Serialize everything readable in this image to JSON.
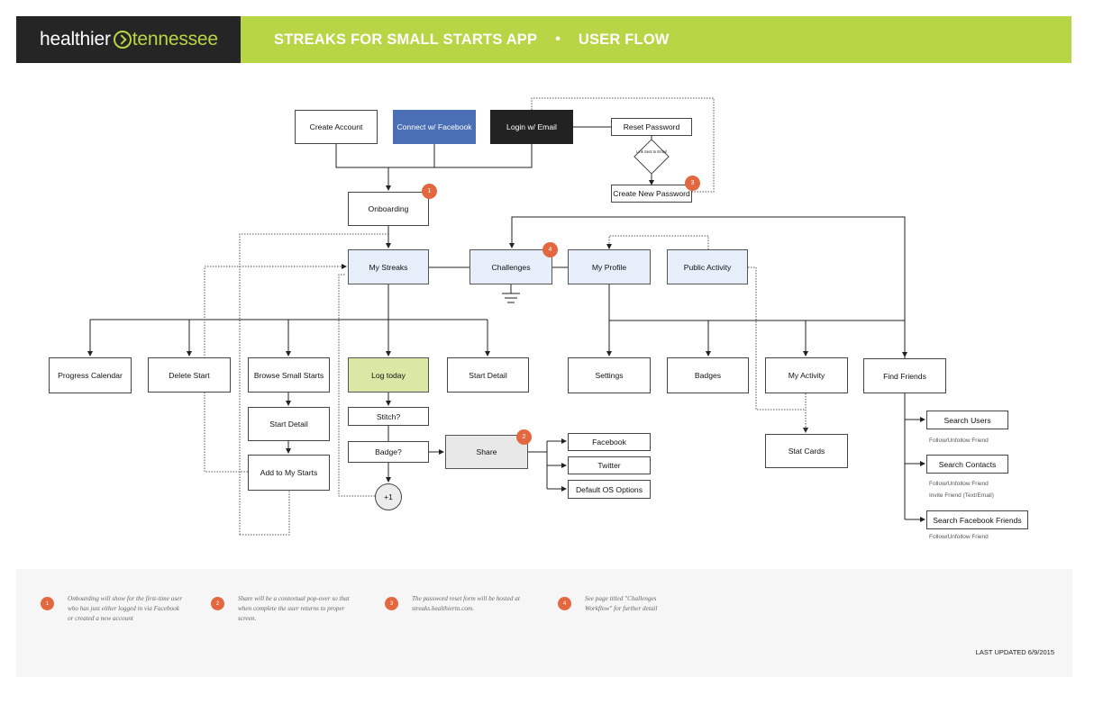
{
  "header": {
    "logo_word1": "healthier",
    "logo_word2": "tennessee",
    "title": "STREAKS FOR SMALL STARTS APP",
    "separator": "•",
    "subtitle": "USER FLOW"
  },
  "colors": {
    "brand_green": "#b8d545",
    "header_dark": "#252525",
    "facebook_blue": "#4b6fb5",
    "nav_blue": "#e5eef9",
    "log_green": "#d9e8a5",
    "badge_orange": "#e3683f"
  },
  "nodes": {
    "create_account": "Create Account",
    "connect_facebook": "Connect w/ Facebook",
    "login_email": "Login w/ Email",
    "reset_password": "Reset Password",
    "link_sent": "Link Sent to Email",
    "create_new_password": "Create New Password",
    "onboarding": "Onboarding",
    "my_streaks": "My Streaks",
    "challenges": "Challenges",
    "my_profile": "My Profile",
    "public_activity": "Public Activity",
    "progress_calendar": "Progress Calendar",
    "delete_start": "Delete Start",
    "browse_small_starts": "Browse Small Starts",
    "start_detail_browse": "Start Detail",
    "add_to_my_starts": "Add to My Starts",
    "log_today": "Log today",
    "stitch": "Stitch?",
    "badge_q": "Badge?",
    "plus_one": "+1",
    "share": "Share",
    "facebook": "Facebook",
    "twitter": "Twitter",
    "default_os": "Default OS Options",
    "start_detail": "Start Detail",
    "settings": "Settings",
    "badges": "Badges",
    "my_activity": "My Activity",
    "stat_cards": "Stat Cards",
    "find_friends": "Find Friends",
    "search_users": "Search Users",
    "search_contacts": "Search Contacts",
    "search_facebook_friends": "Search Facebook Friends"
  },
  "subnotes": {
    "users_follow": "Follow/Unfollow Friend",
    "contacts_follow": "Follow/Unfollow Friend",
    "contacts_invite": "Invite Friend (Text/Email)",
    "facebook_follow": "Follow/Unfollow Friend"
  },
  "markers": {
    "onboarding": "1",
    "share": "2",
    "create_new_password": "3",
    "challenges": "4"
  },
  "notes": [
    {
      "number": "1",
      "text": "Onboarding will show for the first-time user who has just either logged in via Facebook or created a new account"
    },
    {
      "number": "2",
      "text": "Share will be a contextual pop-over so that when complete the user returns to proper screen."
    },
    {
      "number": "3",
      "text": "The password reset form will be hosted at streaks.healthiertn.com."
    },
    {
      "number": "4",
      "text": "See page titled \"Challenges Workflow\" for further detail"
    }
  ],
  "updated": "LAST UPDATED 6/9/2015"
}
